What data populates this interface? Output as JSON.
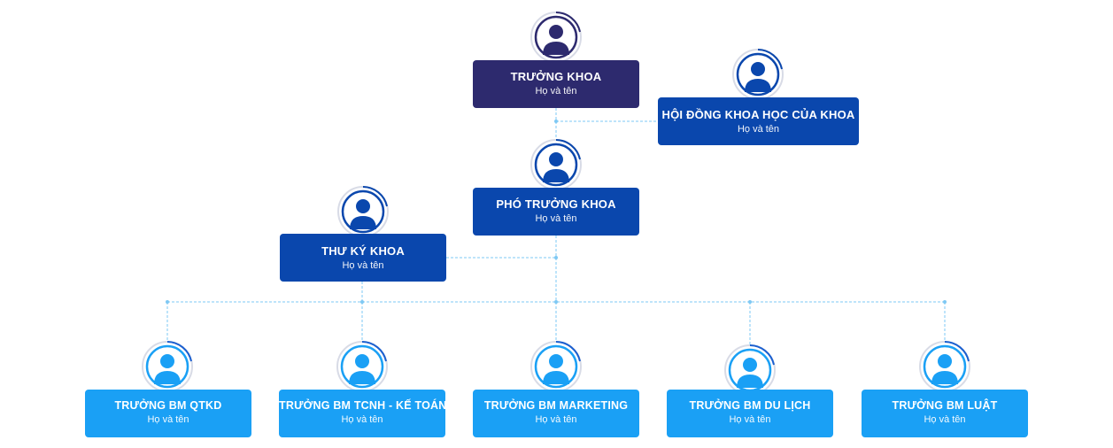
{
  "colors": {
    "dean": "#2d2a6e",
    "dark_blue": "#0a47ad",
    "light_blue": "#1aa0f5",
    "connector": "#7ec8f4"
  },
  "nodes": {
    "truong_khoa": {
      "title": "TRƯỞNG KHOA",
      "subtitle": "Họ và tên",
      "color": "#2d2a6e",
      "icon": "person-avatar-icon"
    },
    "hoi_dong": {
      "title": "HỘI ĐỒNG KHOA HỌC CỦA KHOA",
      "subtitle": "Họ và tên",
      "color": "#0a47ad",
      "icon": "person-avatar-icon"
    },
    "pho_truong_khoa": {
      "title": "PHÓ TRƯỞNG KHOA",
      "subtitle": "Họ và tên",
      "color": "#0a47ad",
      "icon": "person-avatar-icon"
    },
    "thu_ky_khoa": {
      "title": "THƯ KÝ KHOA",
      "subtitle": "Họ và tên",
      "color": "#0a47ad",
      "icon": "person-avatar-icon"
    }
  },
  "departments": [
    {
      "title": "TRƯỞNG BM QTKD",
      "subtitle": "Họ và tên",
      "color": "#1aa0f5",
      "icon": "person-avatar-icon"
    },
    {
      "title": "TRƯỞNG BM TCNH - KẾ TOÁN",
      "subtitle": "Họ và tên",
      "color": "#1aa0f5",
      "icon": "person-avatar-icon"
    },
    {
      "title": "TRƯỞNG BM MARKETING",
      "subtitle": "Họ và tên",
      "color": "#1aa0f5",
      "icon": "person-avatar-icon"
    },
    {
      "title": "TRƯỞNG BM DU LỊCH",
      "subtitle": "Họ và tên",
      "color": "#1aa0f5",
      "icon": "person-avatar-icon"
    },
    {
      "title": "TRƯỞNG BM LUẬT",
      "subtitle": "Họ và tên",
      "color": "#1aa0f5",
      "icon": "person-avatar-icon"
    }
  ]
}
